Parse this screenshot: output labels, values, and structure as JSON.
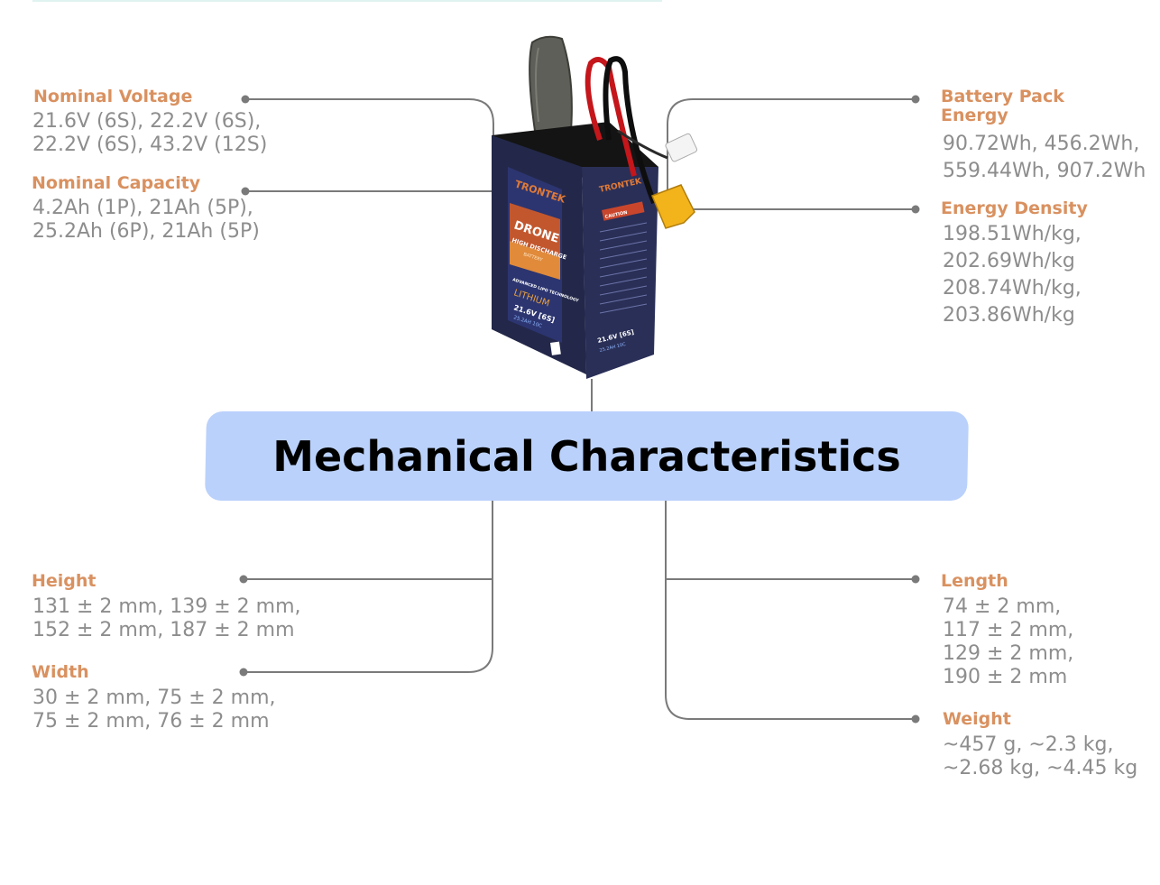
{
  "title": "Mechanical Characteristics",
  "product": {
    "brand": "TRONTEK",
    "line": "DRONE",
    "tagline": "HIGH DISCHARGE",
    "sub": "BATTERY",
    "tech": "ADVANCED LIPO TECHNOLOGY",
    "chem": "LITHIUM",
    "voltage": "21.6V [6S]",
    "capacity": "25.2AH 10C",
    "caution": "CAUTION"
  },
  "specs": {
    "nominal_voltage": {
      "label": "Nominal Voltage",
      "value": "21.6V (6S), 22.2V (6S),\n22.2V (6S), 43.2V (12S)"
    },
    "nominal_capacity": {
      "label": "Nominal Capacity",
      "value": "4.2Ah (1P), 21Ah (5P),\n25.2Ah (6P), 21Ah (5P)"
    },
    "battery_pack_energy": {
      "label": "Battery Pack\nEnergy",
      "value": "90.72Wh, 456.2Wh,\n559.44Wh, 907.2Wh"
    },
    "energy_density": {
      "label": "Energy Density",
      "value": "198.51Wh/kg,\n202.69Wh/kg\n 208.74Wh/kg,\n203.86Wh/kg"
    },
    "height": {
      "label": "Height",
      "value": "131 ± 2 mm, 139 ± 2 mm,\n152 ± 2 mm, 187 ± 2 mm"
    },
    "width": {
      "label": "Width",
      "value": "30 ± 2 mm, 75 ± 2 mm,\n75 ± 2 mm, 76 ± 2 mm"
    },
    "length": {
      "label": "Length",
      "value": "74 ± 2 mm,\n117 ± 2 mm,\n129 ± 2 mm,\n190 ± 2 mm"
    },
    "weight": {
      "label": "Weight",
      "value": "~457 g, ~2.3 kg,\n~2.68 kg, ~4.45 kg"
    }
  },
  "colors": {
    "label": "#d99160",
    "value": "#8d8d8d",
    "connector": "#7a7a7a",
    "title_bg": "#bad1fb"
  }
}
